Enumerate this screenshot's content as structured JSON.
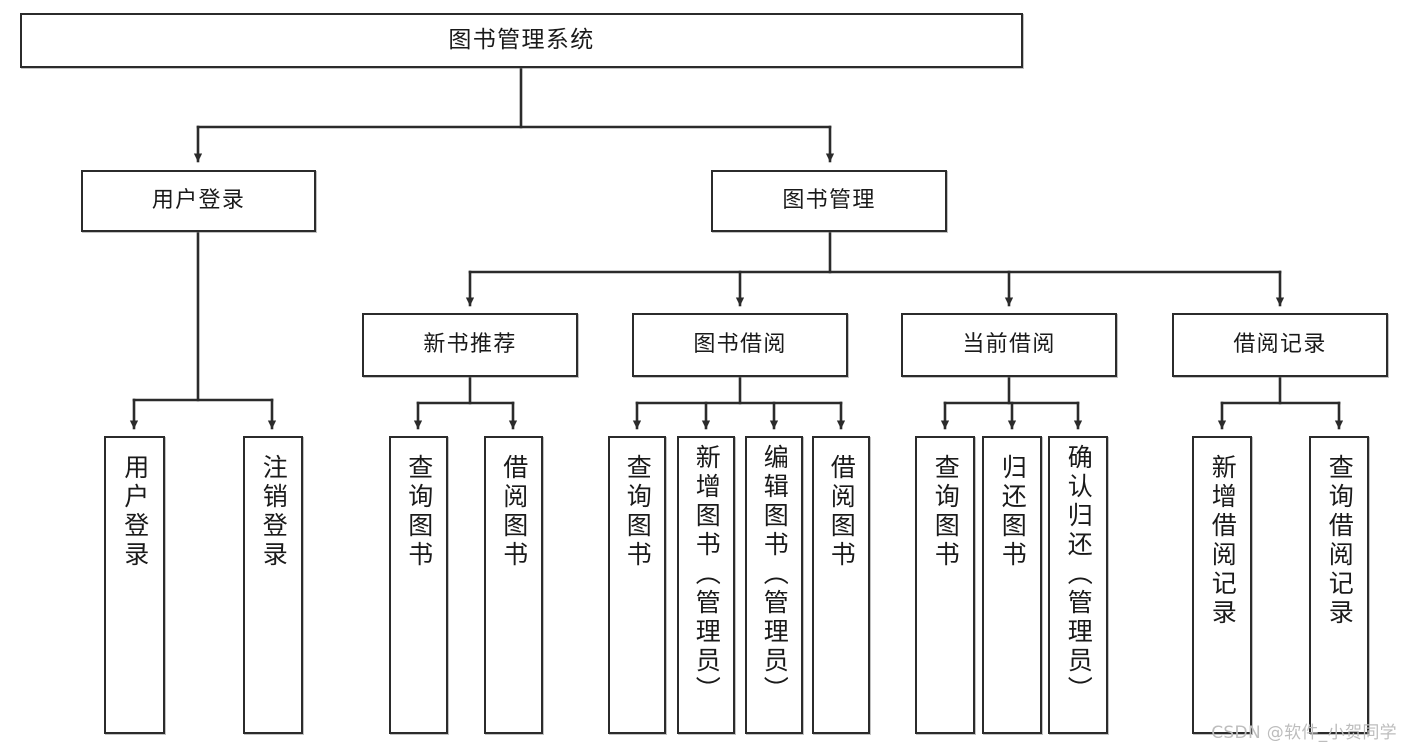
{
  "diagram": {
    "title": "图书管理系统",
    "root": {
      "label": "图书管理系统"
    },
    "tier2": [
      {
        "label": "用户登录"
      },
      {
        "label": "图书管理"
      }
    ],
    "tier3": [
      {
        "label": "新书推荐"
      },
      {
        "label": "图书借阅"
      },
      {
        "label": "当前借阅"
      },
      {
        "label": "借阅记录"
      }
    ],
    "leaves": {
      "user_login": [
        {
          "label": "用户登录"
        },
        {
          "label": "注销登录"
        }
      ],
      "new_book_recommend": [
        {
          "label": "查询图书"
        },
        {
          "label": "借阅图书"
        }
      ],
      "book_borrow": [
        {
          "label": "查询图书"
        },
        {
          "label": "新增图书（管理员）"
        },
        {
          "label": "编辑图书（管理员）"
        },
        {
          "label": "借阅图书"
        }
      ],
      "current_borrow": [
        {
          "label": "查询图书"
        },
        {
          "label": "归还图书"
        },
        {
          "label": "确认归还（管理员）"
        }
      ],
      "borrow_record": [
        {
          "label": "新增借阅记录"
        },
        {
          "label": "查询借阅记录"
        }
      ]
    }
  },
  "watermark": {
    "text": "CSDN @软件_小贺同学"
  },
  "colors": {
    "box_border": "#2b2b2b",
    "box_fill": "#ffffff",
    "connector": "#2b2b2b",
    "text": "#1a1a1a",
    "watermark": "#bdbdbd"
  }
}
